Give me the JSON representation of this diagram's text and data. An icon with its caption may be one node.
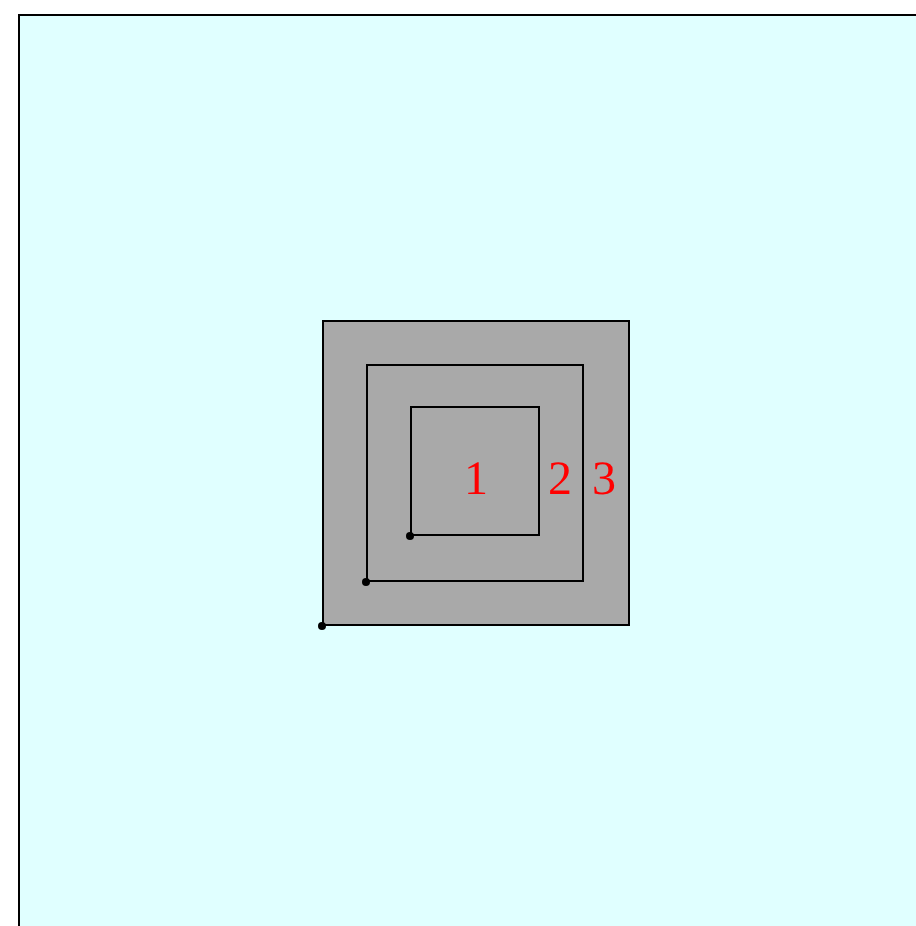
{
  "diagram": {
    "nodes": [
      {
        "text": [
          "3"
        ]
      },
      {
        "text": [
          "2"
        ],
        "in": 0
      },
      {
        "text": [
          "1"
        ],
        "in": 1
      }
    ]
  }
}
